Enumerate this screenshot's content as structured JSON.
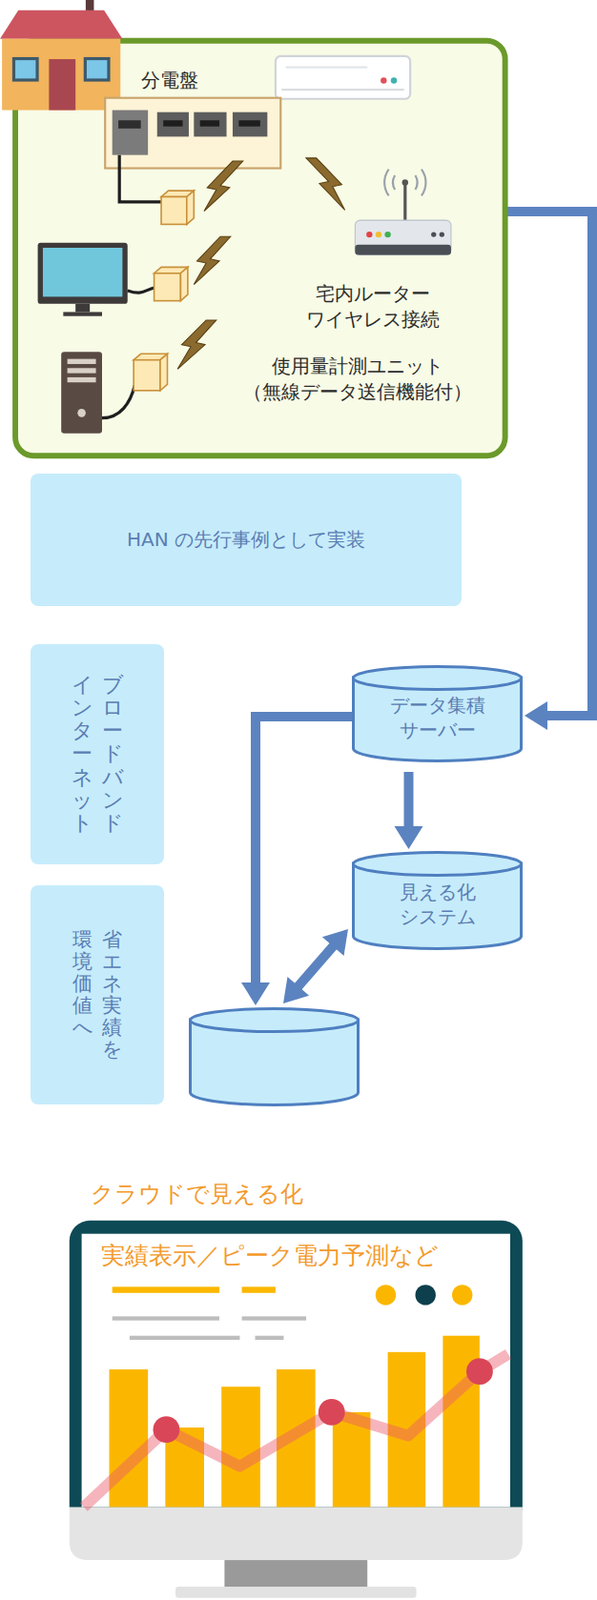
{
  "diagram": {
    "nodes": [
      {
        "text": [
          "分電盤",
          "宅内ルーター ワイヤレス接続",
          "使用量計測ユニット （無線データ送信機能付）"
        ]
      },
      {
        "text": [
          "HAN の先行事例として実装"
        ]
      },
      {
        "text": [
          "ブロードバンド インターネット"
        ]
      },
      {
        "text": [
          "省エネ実績を 環境価値へ"
        ]
      },
      {
        "text": [
          "データ集積 サーバー"
        ]
      },
      {
        "text": [
          "見える化 システム"
        ]
      },
      {
        "text": []
      },
      {
        "text": [
          "クラウドで見える化",
          "実績表示／ピーク電力予測など"
        ]
      }
    ],
    "edges": [
      {
        "from": 0,
        "to": 4,
        "arrow": "to"
      },
      {
        "from": 4,
        "to": 5,
        "arrow": "to"
      },
      {
        "from": 4,
        "to": 6,
        "arrow": "to"
      },
      {
        "from": 5,
        "to": 6,
        "arrow": "both"
      }
    ]
  }
}
